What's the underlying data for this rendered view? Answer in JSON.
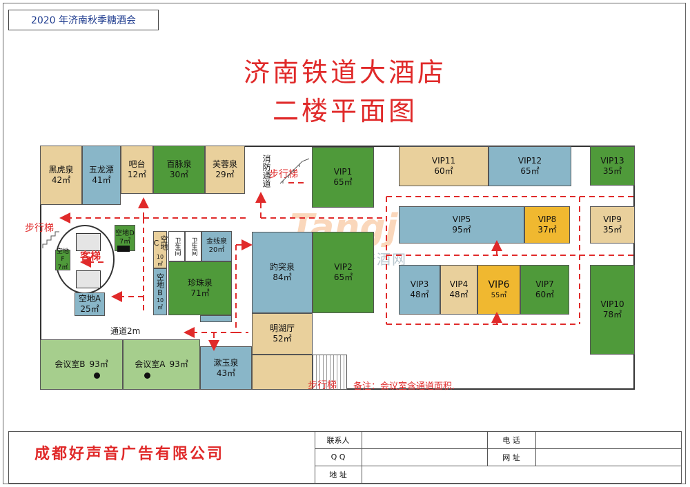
{
  "event_tag": "2020 年济南秋季糖酒会",
  "title_line1": "济南铁道大酒店",
  "title_line2": "二楼平面图",
  "rooms": {
    "heihuquan": {
      "name": "黑虎泉",
      "area": "42㎡"
    },
    "wulongtan": {
      "name": "五龙潭",
      "area": "41㎡"
    },
    "bar": {
      "name": "吧台",
      "area": "12㎡"
    },
    "baimaiquan": {
      "name": "百脉泉",
      "area": "30㎡"
    },
    "furongquan": {
      "name": "芙蓉泉",
      "area": "29㎡"
    },
    "vip1": {
      "name": "VIP1",
      "area": "65㎡"
    },
    "vip11": {
      "name": "VIP11",
      "area": "60㎡"
    },
    "vip12": {
      "name": "VIP12",
      "area": "65㎡"
    },
    "vip13": {
      "name": "VIP13",
      "area": "35㎡"
    },
    "vip5": {
      "name": "VIP5",
      "area": "95㎡"
    },
    "vip8": {
      "name": "VIP8",
      "area": "37㎡"
    },
    "vip9": {
      "name": "VIP9",
      "area": "35㎡"
    },
    "kongdi_d": {
      "name": "空地D",
      "area": "7㎡"
    },
    "kongdi_f": {
      "name": "空地F",
      "area": "7㎡"
    },
    "kongdi_c": {
      "name": "空地C",
      "area": "10㎡"
    },
    "kongdi_b": {
      "name": "空地B",
      "area": "10㎡"
    },
    "kongdi_a": {
      "name": "空地A",
      "area": "25㎡"
    },
    "restroom1": {
      "name": "卫生间"
    },
    "restroom2": {
      "name": "卫生间"
    },
    "jinxianquan": {
      "name": "金线泉",
      "area": "20㎡"
    },
    "zhenzhuquan": {
      "name": "珍珠泉",
      "area": "71㎡"
    },
    "baotuquan": {
      "name": "趵突泉",
      "area": "84㎡"
    },
    "vip2": {
      "name": "VIP2",
      "area": "65㎡"
    },
    "vip3": {
      "name": "VIP3",
      "area": "48㎡"
    },
    "vip4": {
      "name": "VIP4",
      "area": "48㎡"
    },
    "vip6": {
      "name": "VIP6",
      "area": "55㎡"
    },
    "vip7": {
      "name": "VIP7",
      "area": "60㎡"
    },
    "vip10": {
      "name": "VIP10",
      "area": "78㎡"
    },
    "minghuting": {
      "name": "明湖厅",
      "area": "52㎡"
    },
    "shuyuquan": {
      "name": "漱玉泉",
      "area": "43㎡"
    },
    "meeting_b": {
      "name": "会议室B",
      "area": "93㎡"
    },
    "meeting_a": {
      "name": "会议室A",
      "area": "93㎡"
    }
  },
  "labels": {
    "fire_passage": "消防通道",
    "stairs_top": "步行梯",
    "stairs_left": "步行梯",
    "stairs_bottom": "步行梯",
    "elevator": "客梯",
    "corridor": "通道2m",
    "note": "备注：会议室含通道面积."
  },
  "watermark": {
    "latin": "Tangjiu.com",
    "cn": "中国糖酒网"
  },
  "footer": {
    "company": "成都好声音广告有限公司",
    "contact_label": "联系人",
    "qq_label": "Q  Q",
    "address_label": "地  址",
    "phone_label": "电    话",
    "web_label": "网    址"
  },
  "colors": {
    "arrow": "#e02a2a",
    "title": "#e02a2a",
    "event_tag": "#1f3c8f"
  }
}
